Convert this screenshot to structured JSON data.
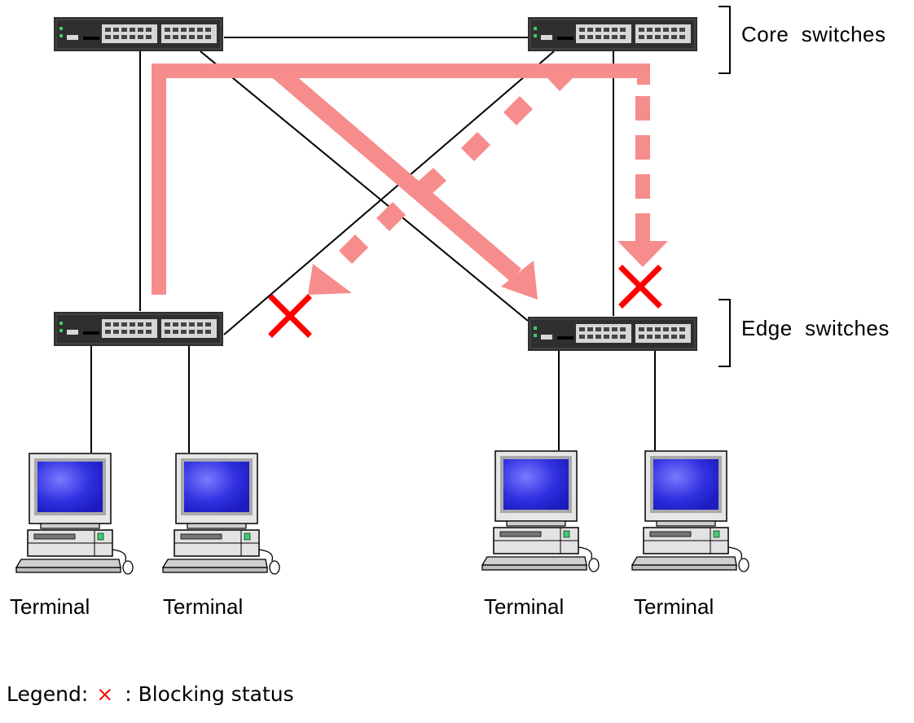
{
  "groups": {
    "core": "Core  switches",
    "edge": "Edge  switches"
  },
  "terminals": [
    {
      "label": "Terminal"
    },
    {
      "label": "Terminal"
    },
    {
      "label": "Terminal"
    },
    {
      "label": "Terminal"
    }
  ],
  "legend": {
    "prefix": "Legend:",
    "symbol": "×",
    "description": ": Blocking status"
  },
  "colors": {
    "path": "#f78c8c",
    "blocked": "#ff0000",
    "switch_body": "#2f2f2f",
    "screen": "#3a3adf"
  },
  "icons": {
    "switch": "network-switch-icon",
    "terminal": "desktop-computer-icon",
    "blocked": "red-x-icon",
    "arrow": "arrow-icon"
  }
}
